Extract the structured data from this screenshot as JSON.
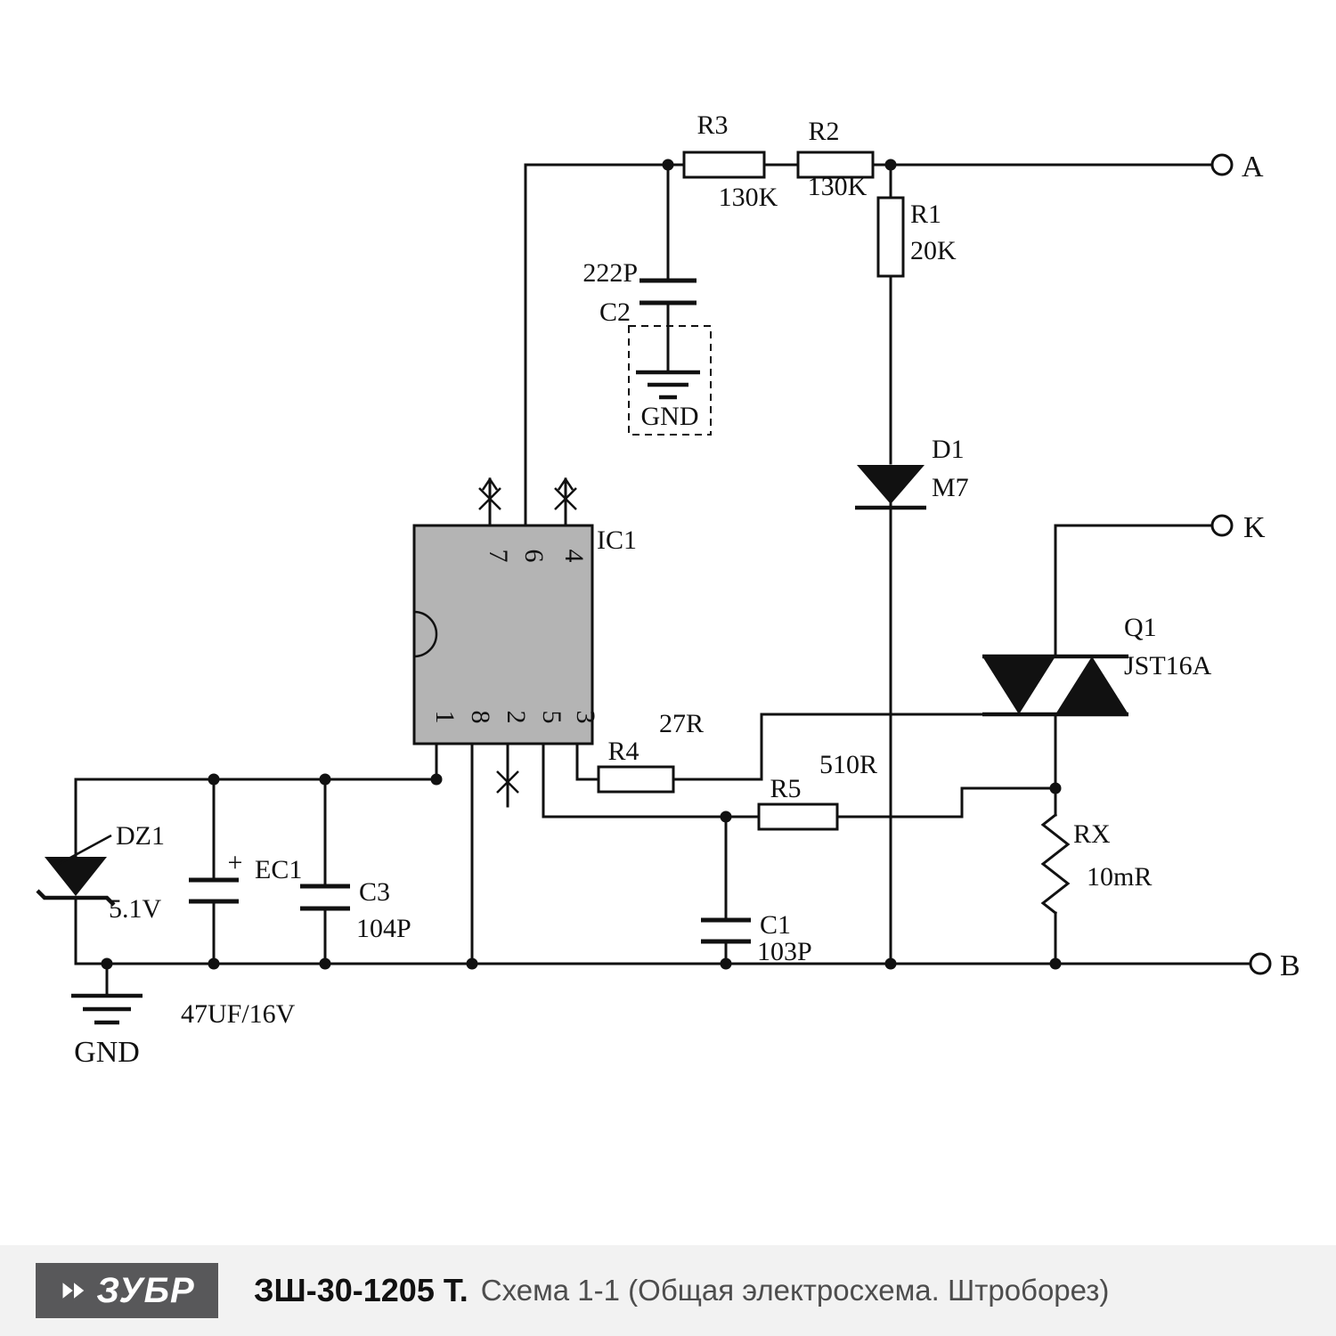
{
  "schematic": {
    "terminals": {
      "a": "A",
      "k": "K",
      "b": "B"
    },
    "grounds": {
      "c2_gnd": "GND",
      "supply_gnd": "GND"
    },
    "components": {
      "r1": {
        "ref": "R1",
        "value": "20K"
      },
      "r2": {
        "ref": "R2",
        "value": "130K"
      },
      "r3": {
        "ref": "R3",
        "value": "130K"
      },
      "r4": {
        "ref": "R4",
        "value": "27R"
      },
      "r5": {
        "ref": "R5",
        "value": "510R"
      },
      "rx": {
        "ref": "RX",
        "value": "10mR"
      },
      "c1": {
        "ref": "C1",
        "value": "103P"
      },
      "c2": {
        "ref": "C2",
        "value": "222P"
      },
      "c3": {
        "ref": "C3",
        "value": "104P"
      },
      "ec1": {
        "ref": "EC1",
        "value": "47UF/16V",
        "polarity": "+"
      },
      "d1": {
        "ref": "D1",
        "value": "M7"
      },
      "dz1": {
        "ref": "DZ1",
        "value": "5.1V"
      },
      "q1": {
        "ref": "Q1",
        "value": "JST16A"
      },
      "ic1": {
        "ref": "IC1",
        "pins_top": [
          "7",
          "6",
          "4"
        ],
        "pins_bottom": [
          "1",
          "8",
          "2",
          "5",
          "3"
        ]
      }
    }
  },
  "footer": {
    "logo_text": "ЗУБР",
    "model": "ЗШ-30-1205 Т.",
    "subtitle": "Схема 1-1 (Общая электросхема. Штроборез)"
  }
}
